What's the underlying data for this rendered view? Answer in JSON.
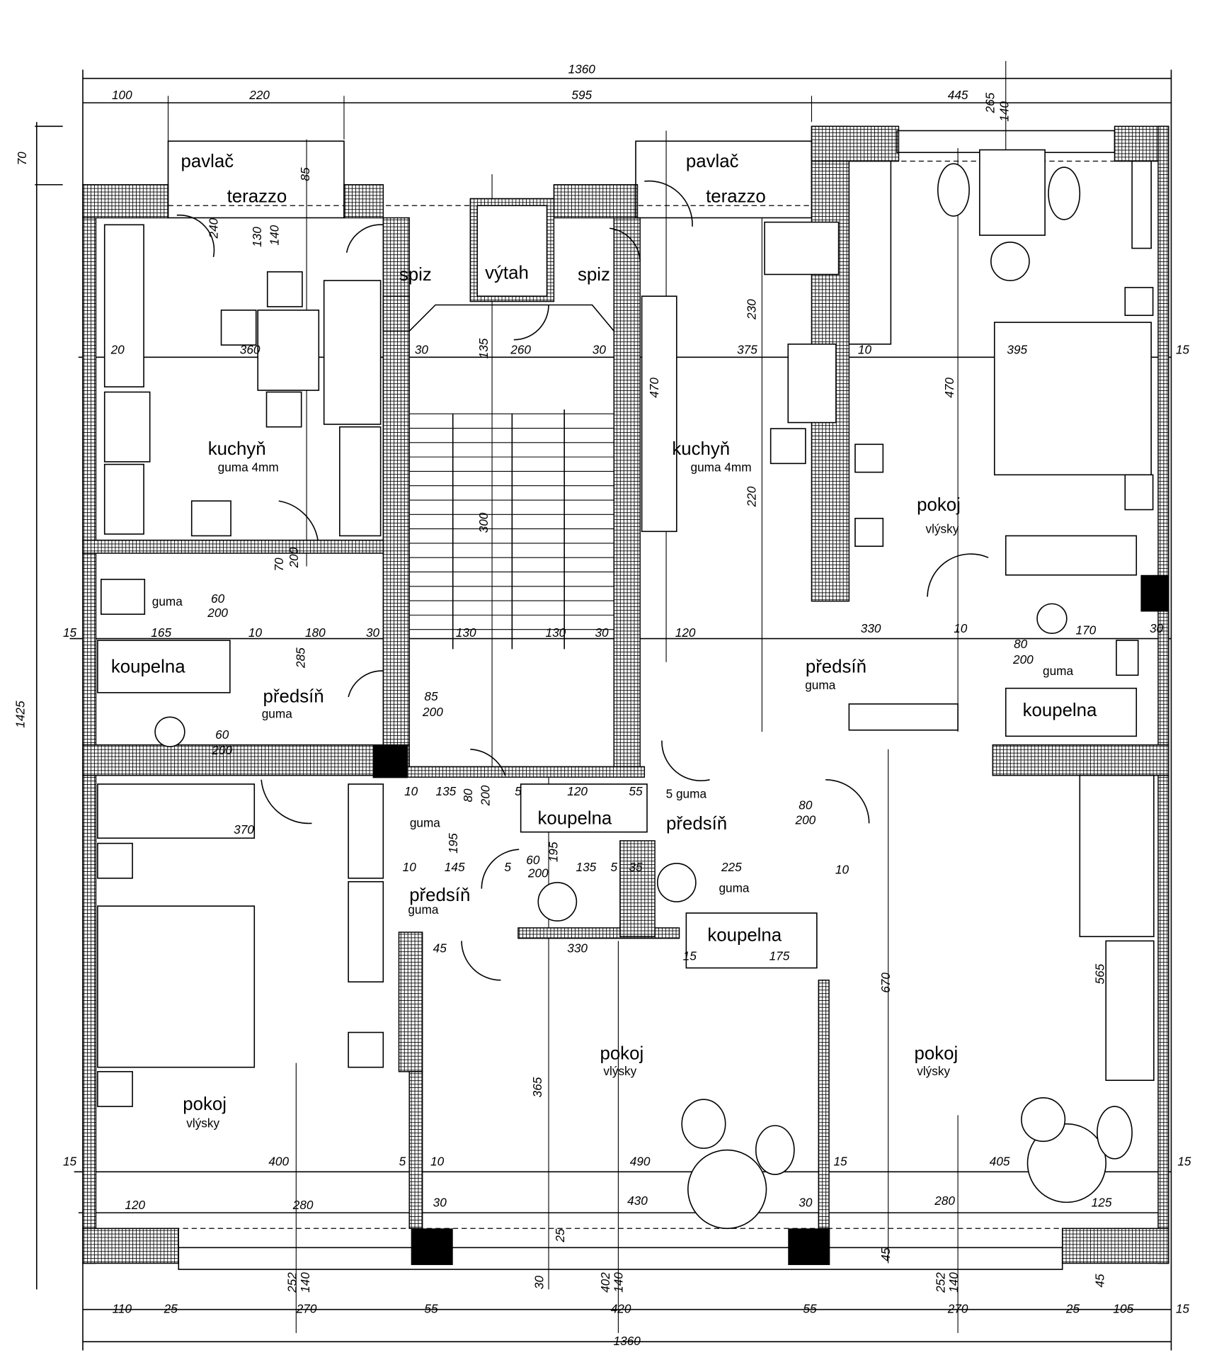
{
  "rooms": [
    {
      "name": "pavlac-left",
      "text": "pavlač"
    },
    {
      "name": "pavlac-right",
      "text": "pavlač"
    },
    {
      "name": "floor-terazzo-left",
      "text": "terazzo"
    },
    {
      "name": "floor-terazzo-right",
      "text": "terazzo"
    },
    {
      "name": "spiz-left",
      "text": "spiz"
    },
    {
      "name": "vytah",
      "text": "výtah"
    },
    {
      "name": "spiz-right",
      "text": "spiz"
    },
    {
      "name": "kuchyn-left",
      "text": "kuchyň"
    },
    {
      "name": "kuchyn-right",
      "text": "kuchyň"
    },
    {
      "name": "pokoj-top-right",
      "text": "pokoj"
    },
    {
      "name": "koupelna-left",
      "text": "koupelna"
    },
    {
      "name": "predsin-left",
      "text": "předsíň"
    },
    {
      "name": "predsin-right",
      "text": "předsíň"
    },
    {
      "name": "koupelna-right",
      "text": "koupelna"
    },
    {
      "name": "koupelna-center",
      "text": "koupelna"
    },
    {
      "name": "predsin-center-right",
      "text": "předsíň"
    },
    {
      "name": "predsin-center-left",
      "text": "předsíň"
    },
    {
      "name": "koupelna-center-lower",
      "text": "koupelna"
    },
    {
      "name": "pokoj-bottom-left",
      "text": "pokoj"
    },
    {
      "name": "pokoj-bottom-center",
      "text": "pokoj"
    },
    {
      "name": "pokoj-bottom-right",
      "text": "pokoj"
    }
  ],
  "floors": [
    {
      "name": "floor-kuchyn-left",
      "text": "guma 4mm"
    },
    {
      "name": "floor-kuchyn-right",
      "text": "guma 4mm"
    },
    {
      "name": "floor-pokoj-top-right",
      "text": "vlýsky"
    },
    {
      "name": "floor-wc-left",
      "text": "guma"
    },
    {
      "name": "floor-predsin-left",
      "text": "guma"
    },
    {
      "name": "floor-predsin-right",
      "text": "guma"
    },
    {
      "name": "floor-koupelna-right",
      "text": "guma"
    },
    {
      "name": "floor-center-left",
      "text": "guma"
    },
    {
      "name": "floor-center-right",
      "text": "5 guma"
    },
    {
      "name": "floor-predsin-center",
      "text": "guma"
    },
    {
      "name": "floor-wc-center",
      "text": "guma"
    },
    {
      "name": "floor-pokoj-bottom-left",
      "text": "vlýsky"
    },
    {
      "name": "floor-pokoj-bottom-center",
      "text": "vlýsky"
    },
    {
      "name": "floor-pokoj-bottom-right",
      "text": "vlýsky"
    }
  ],
  "dimensions": [
    "1360",
    "100",
    "220",
    "595",
    "445",
    "70",
    "1425",
    "20",
    "360",
    "30",
    "260",
    "30",
    "375",
    "10",
    "395",
    "15",
    "15",
    "165",
    "10",
    "180",
    "30",
    "130",
    "130",
    "30",
    "120",
    "330",
    "10",
    "170",
    "30",
    "370",
    "85",
    "200",
    "60",
    "200",
    "60",
    "200",
    "80",
    "200",
    "70",
    "200",
    "10",
    "135",
    "80",
    "200",
    "5",
    "120",
    "55",
    "80",
    "200",
    "10",
    "145",
    "5",
    "60",
    "200",
    "135",
    "5",
    "35",
    "225",
    "10",
    "45",
    "330",
    "15",
    "175",
    "15",
    "400",
    "5",
    "10",
    "490",
    "15",
    "405",
    "15",
    "120",
    "280",
    "30",
    "430",
    "30",
    "280",
    "125",
    "110",
    "25",
    "270",
    "55",
    "420",
    "55",
    "270",
    "25",
    "105",
    "15",
    "1360",
    "300",
    "470",
    "470",
    "230",
    "220",
    "365",
    "670",
    "565",
    "285",
    "195",
    "195",
    "85",
    "130",
    "140",
    "240",
    "135",
    "252",
    "140",
    "402",
    "140",
    "252",
    "140",
    "45",
    "45",
    "25",
    "30",
    "265",
    "140"
  ]
}
